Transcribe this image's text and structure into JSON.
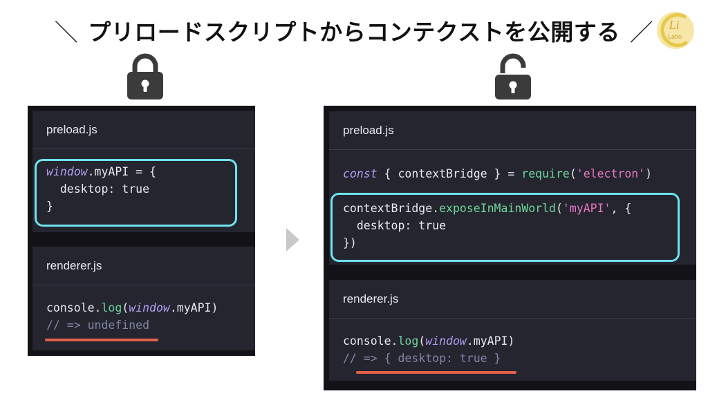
{
  "title": {
    "text": "プリロードスクリプトからコンテクストを公開する",
    "prefix": "＼",
    "suffix": "／"
  },
  "logo": {
    "letters": "Li",
    "word": "Labo"
  },
  "left": {
    "lock_state": "locked",
    "preload": {
      "filename": "preload.js",
      "lines": [
        [
          {
            "t": "window",
            "c": "kw"
          },
          {
            "t": ".myAPI = {",
            "c": ""
          }
        ],
        [
          {
            "t": "  desktop: true",
            "c": ""
          }
        ],
        [
          {
            "t": "}",
            "c": ""
          }
        ]
      ]
    },
    "renderer": {
      "filename": "renderer.js",
      "lines": [
        [
          {
            "t": "console.",
            "c": ""
          },
          {
            "t": "log",
            "c": "fn"
          },
          {
            "t": "(",
            "c": ""
          },
          {
            "t": "window",
            "c": "kw"
          },
          {
            "t": ".myAPI)",
            "c": ""
          }
        ],
        [
          {
            "t": "// => undefined",
            "c": "cm"
          }
        ]
      ]
    }
  },
  "right": {
    "lock_state": "unlocked",
    "preload": {
      "filename": "preload.js",
      "lines": [
        [
          {
            "t": "const",
            "c": "kw"
          },
          {
            "t": " { contextBridge } = ",
            "c": ""
          },
          {
            "t": "require",
            "c": "fn"
          },
          {
            "t": "(",
            "c": ""
          },
          {
            "t": "'electron'",
            "c": "str"
          },
          {
            "t": ")",
            "c": ""
          }
        ],
        [
          {
            "t": " ",
            "c": ""
          }
        ],
        [
          {
            "t": "contextBridge.",
            "c": ""
          },
          {
            "t": "exposeInMainWorld",
            "c": "fn"
          },
          {
            "t": "(",
            "c": ""
          },
          {
            "t": "'myAPI'",
            "c": "str"
          },
          {
            "t": ", {",
            "c": ""
          }
        ],
        [
          {
            "t": "  desktop: true",
            "c": ""
          }
        ],
        [
          {
            "t": "})",
            "c": ""
          }
        ]
      ]
    },
    "renderer": {
      "filename": "renderer.js",
      "lines": [
        [
          {
            "t": "console.",
            "c": ""
          },
          {
            "t": "log",
            "c": "fn"
          },
          {
            "t": "(",
            "c": ""
          },
          {
            "t": "window",
            "c": "kw"
          },
          {
            "t": ".myAPI)",
            "c": ""
          }
        ],
        [
          {
            "t": "// => { desktop: true }",
            "c": "cm"
          }
        ]
      ]
    }
  },
  "colors": {
    "highlight": "#6fe3ee",
    "underline": "#e2604a",
    "keyword": "#b39cf3",
    "function": "#6fd69c",
    "string": "#e878c2",
    "comment": "#7f86a6"
  }
}
